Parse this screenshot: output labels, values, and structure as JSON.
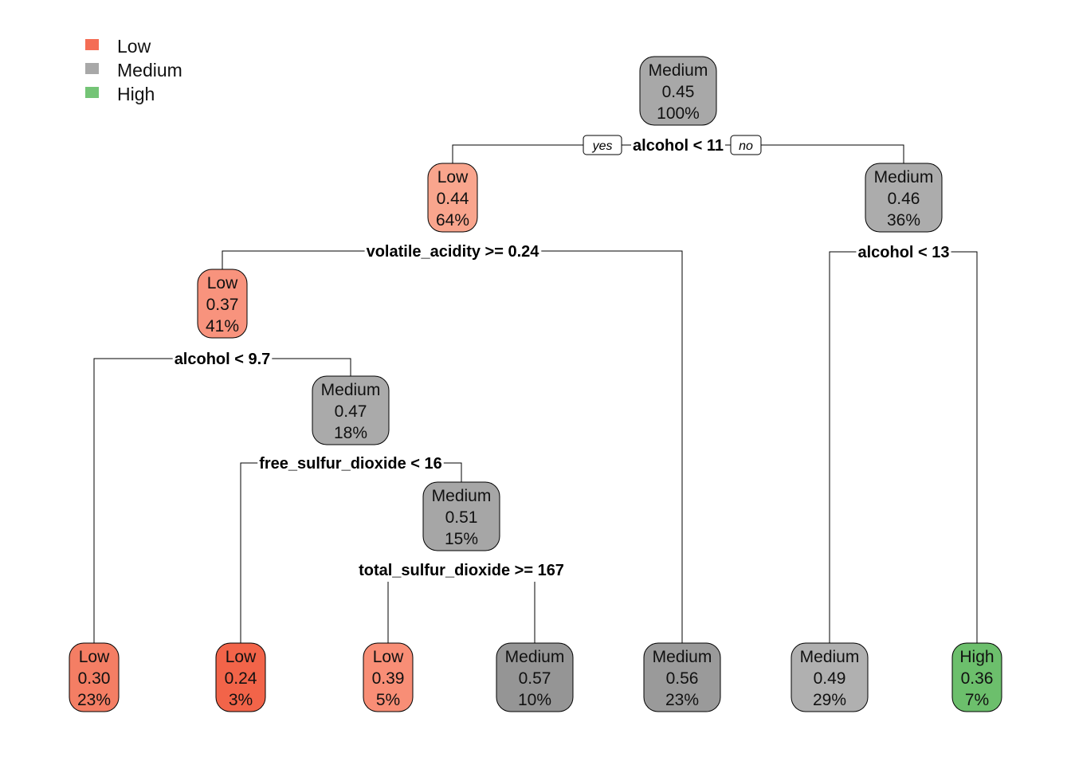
{
  "legend": [
    {
      "label": "Low",
      "color": "#F46D55"
    },
    {
      "label": "Medium",
      "color": "#A8A8A8"
    },
    {
      "label": "High",
      "color": "#74C476"
    }
  ],
  "branch_labels": {
    "yes": "yes",
    "no": "no"
  },
  "nodes": [
    {
      "id": "n1",
      "class": "Medium",
      "value": "0.45",
      "pct": "100%",
      "fill": "#A8A8A8"
    },
    {
      "id": "n2",
      "class": "Low",
      "value": "0.44",
      "pct": "64%",
      "fill": "#F9A58D"
    },
    {
      "id": "n3",
      "class": "Medium",
      "value": "0.46",
      "pct": "36%",
      "fill": "#ACACAC"
    },
    {
      "id": "n4",
      "class": "Low",
      "value": "0.37",
      "pct": "41%",
      "fill": "#F8937D"
    },
    {
      "id": "n5",
      "class": "Medium",
      "value": "0.47",
      "pct": "18%",
      "fill": "#AAAAAA"
    },
    {
      "id": "n6",
      "class": "Medium",
      "value": "0.51",
      "pct": "15%",
      "fill": "#A6A6A6"
    },
    {
      "id": "l1",
      "class": "Low",
      "value": "0.30",
      "pct": "23%",
      "fill": "#F47E64"
    },
    {
      "id": "l2",
      "class": "Low",
      "value": "0.24",
      "pct": "3%",
      "fill": "#F26449"
    },
    {
      "id": "l3",
      "class": "Low",
      "value": "0.39",
      "pct": "5%",
      "fill": "#F88E76"
    },
    {
      "id": "l4",
      "class": "Medium",
      "value": "0.57",
      "pct": "10%",
      "fill": "#959595"
    },
    {
      "id": "l5",
      "class": "Medium",
      "value": "0.56",
      "pct": "23%",
      "fill": "#9A9A9A"
    },
    {
      "id": "l6",
      "class": "Medium",
      "value": "0.49",
      "pct": "29%",
      "fill": "#B0B0B0"
    },
    {
      "id": "l7",
      "class": "High",
      "value": "0.36",
      "pct": "7%",
      "fill": "#6CBF6C"
    }
  ],
  "splits": [
    {
      "id": "s1",
      "label": "alcohol < 11"
    },
    {
      "id": "s2",
      "label": "volatile_acidity >= 0.24"
    },
    {
      "id": "s3",
      "label": "alcohol < 13"
    },
    {
      "id": "s4",
      "label": "alcohol < 9.7"
    },
    {
      "id": "s5",
      "label": "free_sulfur_dioxide < 16"
    },
    {
      "id": "s6",
      "label": "total_sulfur_dioxide >= 167"
    }
  ]
}
